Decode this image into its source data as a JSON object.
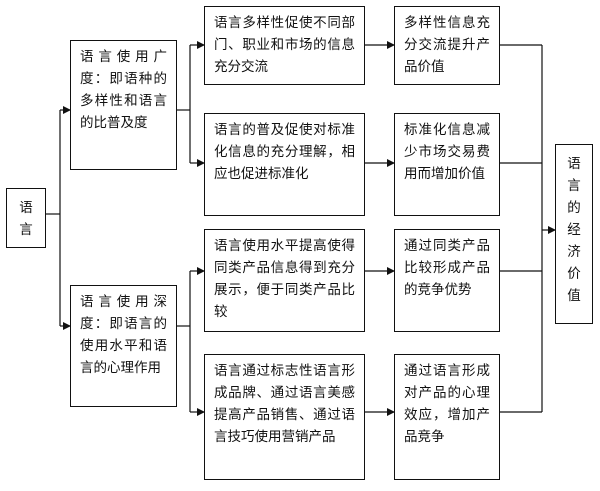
{
  "nodes": {
    "root": "语言",
    "breadth": "语言使用广度：即语种的多样性和语言的比普及度",
    "depth": "语言使用深度：即语言的使用水平和语言的心理作用",
    "m1": "语言多样性促使不同部门、职业和市场的信息充分交流",
    "m2": "语言的普及促使对标准化信息的充分理解，相应也促进标准化",
    "m3": "语言使用水平提高使得同类产品信息得到充分展示，便于同类产品比较",
    "m4": "语言通过标志性语言形成品牌、通过语言美感提高产品销售、通过语言技巧使用营销产品",
    "r1": "多样性信息充分交流提升产品价值",
    "r2": "标准化信息减少市场交易费用而增加价值",
    "r3": "通过同类产品比较形成产品的竞争优势",
    "r4": "通过语言形成对产品的心理效应，增加产品竞争",
    "final": "语言的经济价值"
  }
}
